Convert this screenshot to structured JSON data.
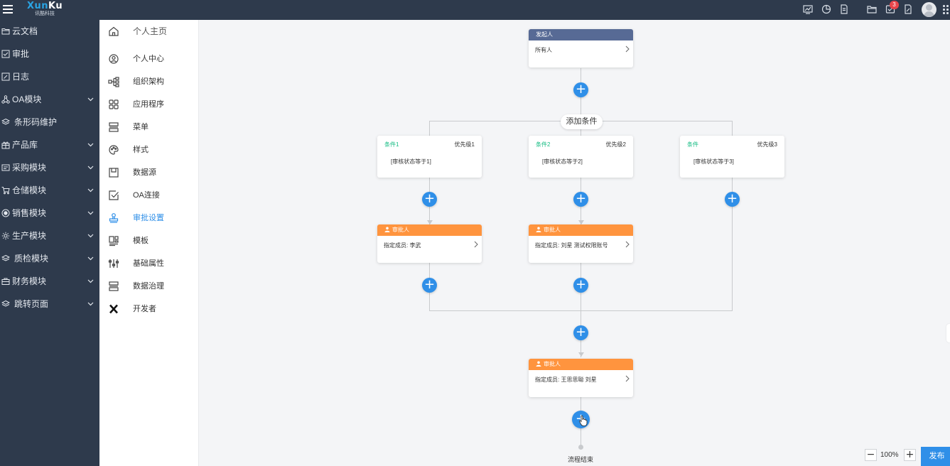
{
  "brand": {
    "logo_primary": "Xun",
    "logo_secondary": "Ku",
    "logo_subtitle": "讯酷科技"
  },
  "topbar": {
    "icons": [
      "dashboard-icon",
      "pie-chart-icon",
      "document-icon",
      "folder-icon",
      "inbox-icon",
      "edit-document-icon",
      "user-avatar",
      "apps-grid-icon"
    ],
    "notification_count": "3"
  },
  "sidebar": {
    "items": [
      {
        "label": "云文档",
        "icon": "folder-icon",
        "expandable": false
      },
      {
        "label": "审批",
        "icon": "checkbox-icon",
        "expandable": false
      },
      {
        "label": "日志",
        "icon": "edit-icon",
        "expandable": false
      },
      {
        "label": "OA模块",
        "icon": "network-icon",
        "expandable": true
      },
      {
        "label": "条形码维护",
        "icon": "layers-icon",
        "expandable": false
      },
      {
        "label": "产品库",
        "icon": "gift-icon",
        "expandable": true
      },
      {
        "label": "采购模块",
        "icon": "cart-list-icon",
        "expandable": true
      },
      {
        "label": "仓储模块",
        "icon": "cart-icon",
        "expandable": true
      },
      {
        "label": "销售模块",
        "icon": "record-icon",
        "expandable": true
      },
      {
        "label": "生产模块",
        "icon": "gear-icon",
        "expandable": true
      },
      {
        "label": "质检模块",
        "icon": "layers-icon",
        "expandable": true
      },
      {
        "label": "财务模块",
        "icon": "briefcase-icon",
        "expandable": true
      },
      {
        "label": "跳转页面",
        "icon": "layers-icon",
        "expandable": true
      }
    ]
  },
  "submenu": {
    "home_label": "个人主页",
    "items": [
      {
        "label": "个人中心",
        "icon": "user-circle-icon"
      },
      {
        "label": "组织架构",
        "icon": "org-tree-icon"
      },
      {
        "label": "应用程序",
        "icon": "apps-icon"
      },
      {
        "label": "菜单",
        "icon": "menu-list-icon"
      },
      {
        "label": "样式",
        "icon": "palette-icon"
      },
      {
        "label": "数据源",
        "icon": "database-box-icon"
      },
      {
        "label": "OA连接",
        "icon": "checkbox-icon"
      },
      {
        "label": "审批设置",
        "icon": "stamp-icon",
        "active": true
      },
      {
        "label": "模板",
        "icon": "template-icon"
      },
      {
        "label": "基础属性",
        "icon": "sliders-icon"
      },
      {
        "label": "数据治理",
        "icon": "menu-list-icon"
      },
      {
        "label": "开发者",
        "icon": "x-icon"
      }
    ]
  },
  "flow": {
    "start": {
      "title": "发起人",
      "content": "所有人"
    },
    "add_condition": "添加条件",
    "conditions": [
      {
        "name": "条件1",
        "priority": "优先级1",
        "rule": "[审核状态等于1]"
      },
      {
        "name": "条件2",
        "priority": "优先级2",
        "rule": "[审核状态等于2]"
      },
      {
        "name": "条件",
        "priority": "优先级3",
        "rule": "[审核状态等于3]"
      }
    ],
    "approvers": [
      {
        "title": "审批人",
        "content": "指定成员: 李武"
      },
      {
        "title": "审批人",
        "content": "指定成员: 刘星 测试权限账号"
      }
    ],
    "final_approver": {
      "title": "审批人",
      "content": "指定成员: 王思思聪 刘星"
    },
    "end_label": "流程结束",
    "plus_symbol": "+"
  },
  "zoom": {
    "minus": "−",
    "value": "100%",
    "plus": "+"
  },
  "actions": {
    "publish": "发布"
  },
  "colors": {
    "sidebar_bg": "#2e3a4c",
    "accent_blue": "#2f8fe8",
    "start_header": "#576a95",
    "approver_header": "#ff943e",
    "condition_green": "#15bc83",
    "logo_blue": "#2aa4e4"
  }
}
